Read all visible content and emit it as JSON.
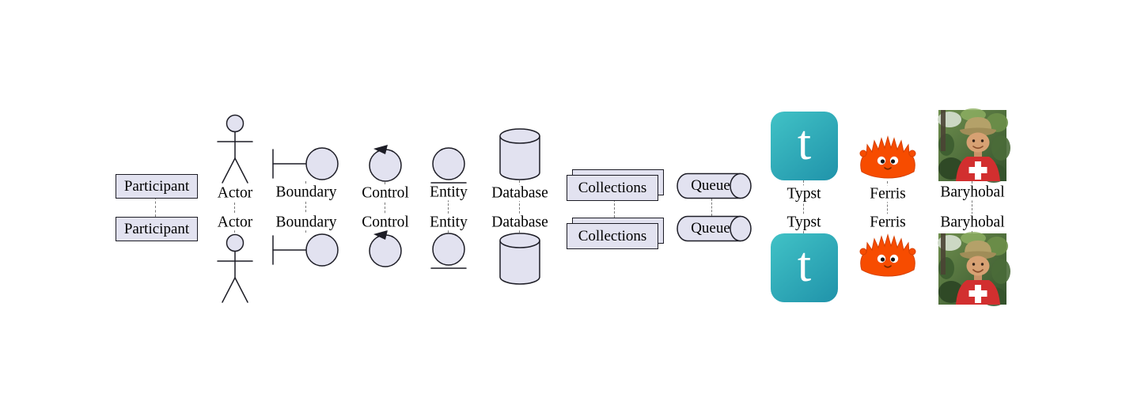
{
  "participants": {
    "participant": {
      "label": "Participant",
      "shape": "box"
    },
    "actor": {
      "label": "Actor",
      "shape": "stick-figure"
    },
    "boundary": {
      "label": "Boundary",
      "shape": "boundary-circle"
    },
    "control": {
      "label": "Control",
      "shape": "control-circle-arrow"
    },
    "entity": {
      "label": "Entity",
      "shape": "entity-circle-underline"
    },
    "database": {
      "label": "Database",
      "shape": "vertical-cylinder"
    },
    "collections": {
      "label": "Collections",
      "shape": "stacked-boxes"
    },
    "queue": {
      "label": "Queue",
      "shape": "horizontal-cylinder"
    },
    "typst": {
      "label": "Typst",
      "icon_letter": "t",
      "shape": "custom-image"
    },
    "ferris": {
      "label": "Ferris",
      "shape": "custom-image-crab"
    },
    "baryhobal": {
      "label": "Baryhobal",
      "shape": "custom-image-photo"
    }
  },
  "colors": {
    "background": "#ffffff",
    "shape_fill": "#e2e2f0",
    "shape_stroke": "#1d1d26",
    "lifeline": "#7a7a7a",
    "typst_gradient_start": "#41c2c6",
    "typst_gradient_end": "#2093aa",
    "ferris_orange": "#f74c00",
    "shirt_red": "#d22f2f"
  }
}
